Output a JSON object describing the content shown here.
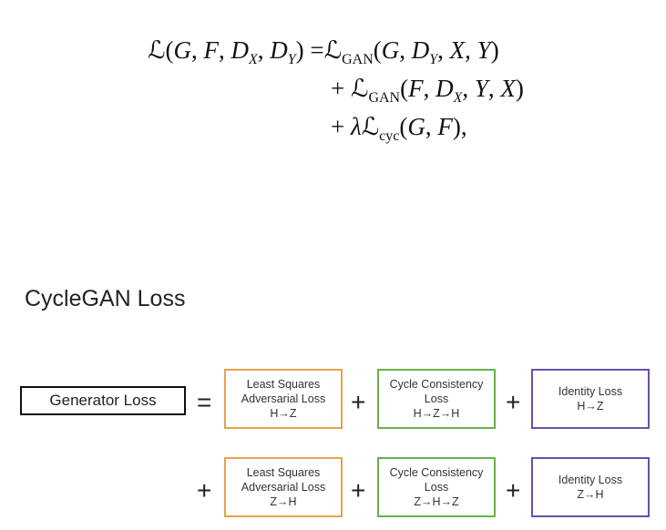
{
  "equation": {
    "lhs": {
      "script": "ℒ",
      "args_open": "(",
      "G": "G",
      "c1": ", ",
      "F": "F",
      "c2": ", ",
      "D": "D",
      "DX_sub": "X",
      "c3": ", ",
      "D2": "D",
      "DY_sub": "Y",
      "args_close": ")"
    },
    "eq_sign": "=",
    "term1": {
      "script": "ℒ",
      "sub": "GAN",
      "open": "(",
      "a": "G",
      "c1": ", ",
      "b": "D",
      "b_sub": "Y",
      "c2": ", ",
      "c": "X",
      "c3": ", ",
      "d": "Y",
      "close": ")"
    },
    "plus": "+",
    "term2": {
      "script": "ℒ",
      "sub": "GAN",
      "open": "(",
      "a": "F",
      "c1": ", ",
      "b": "D",
      "b_sub": "X",
      "c2": ", ",
      "c": "Y",
      "c3": ", ",
      "d": "X",
      "close": ")"
    },
    "term3": {
      "lambda": "λ",
      "script": "ℒ",
      "sub": "cyc",
      "open": "(",
      "a": "G",
      "c1": ", ",
      "b": "F",
      "close": "),"
    }
  },
  "title": "CycleGAN Loss",
  "generator_label": "Generator Loss",
  "equals": "=",
  "plus": "+",
  "row1": [
    {
      "l1": "Least Squares",
      "l2": "Adversarial Loss",
      "l3": "H→Z",
      "color": "#e8a24a"
    },
    {
      "l1": "Cycle Consistency",
      "l2": "Loss",
      "l3": "H→Z→H",
      "color": "#6ab04c"
    },
    {
      "l1": "Identity Loss",
      "l2": "H→Z",
      "color": "#6b4fa8"
    }
  ],
  "row2": [
    {
      "l1": "Least Squares",
      "l2": "Adversarial Loss",
      "l3": "Z→H",
      "color": "#e8a24a"
    },
    {
      "l1": "Cycle Consistency",
      "l2": "Loss",
      "l3": "Z→H→Z",
      "color": "#6ab04c"
    },
    {
      "l1": "Identity Loss",
      "l2": "Z→H",
      "color": "#6b4fa8"
    }
  ]
}
